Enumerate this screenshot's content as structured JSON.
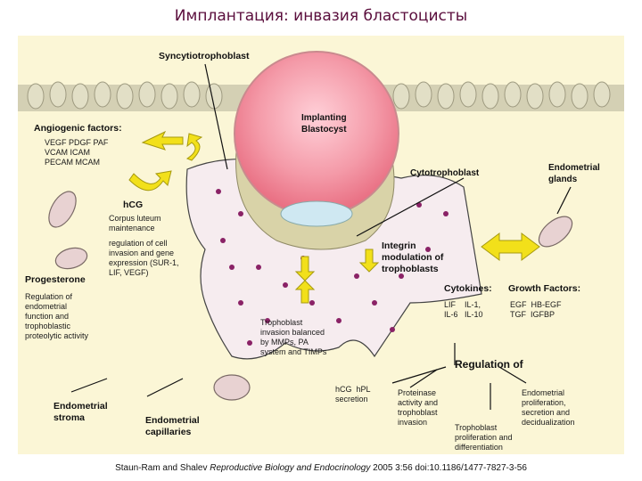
{
  "title": "Имплантация: инвазия бластоцисты",
  "labels": {
    "syncytiotrophoblast": "Syncytiotrophoblast",
    "implanting_blastocyst": "Implanting\nBlastocyst",
    "angiogenic_title": "Angiogenic factors:",
    "angiogenic_items": "VEGF PDGF PAF\nVCAM ICAM\nPECAM MCAM",
    "hcg_title": "hCG",
    "hcg_corpus": "Corpus luteum\nmaintenance",
    "hcg_regulation": "regulation of cell\ninvasion and gene\nexpression (SUR-1,\nLIF, VEGF)",
    "cytotrophoblast": "Cytotrophoblast",
    "endometrial_glands": "Endometrial\nglands",
    "integrin": "Integrin\nmodulation of\ntrophoblasts",
    "progesterone_title": "Progesterone",
    "progesterone_text": "Regulation of\nendometrial\nfunction and\ntrophoblastic\nproteolytic activity",
    "cytokines_title": "Cytokines:",
    "cytokines_text": "LIF    IL-1,\nIL-6   IL-10",
    "growth_title": "Growth Factors:",
    "growth_text": "EGF  HB-EGF\nTGF  IGFBP",
    "invasion_text": "Trophoblast\ninvasion balanced\nby MMPs, PA\nsystem and TIMPs",
    "regulation_of": "Regulation of",
    "reg_hcg": "hCG  hPL\nsecretion",
    "reg_proteinase": "Proteinase\nactivity and\ntrophoblast\ninvasion",
    "reg_trophoblast": "Trophoblast\nproliferation and\ndifferentiation",
    "reg_endometrial": "Endometrial\nproliferation,\nsecretion and\ndecidualization",
    "endometrial_stroma": "Endometrial\nstroma",
    "endometrial_capillaries": "Endometrial\ncapillaries"
  },
  "citation": {
    "authors": "Staun-Ram and Shalev ",
    "journal": "Reproductive Biology and Endocrinology",
    "details": " 2005 3:56   doi:10.1186/1477-7827-3-56"
  },
  "colors": {
    "background": "#fbf6d6",
    "blastocyst": "#f08a9a",
    "arrow_yellow": "#f2e01a",
    "title": "#5a0d3c"
  }
}
